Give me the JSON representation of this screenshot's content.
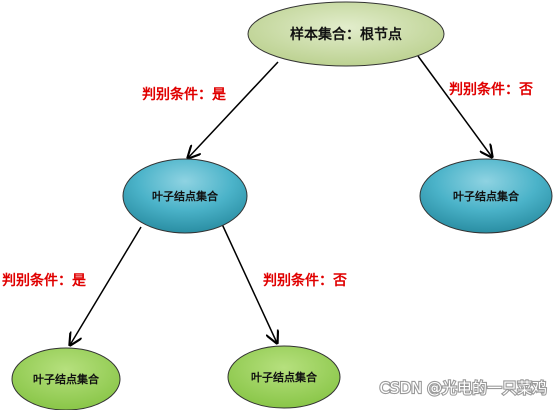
{
  "colors": {
    "root_fill": "#c3d69b",
    "teal_fill": "#31869b",
    "green_fill": "#92d050",
    "node_stroke": "#333333",
    "edge": "#000000",
    "condition_text": "#e00000"
  },
  "nodes": {
    "root": {
      "label": "样本集合：根节点"
    },
    "left_mid": {
      "label": "叶子结点集合"
    },
    "right_mid": {
      "label": "叶子结点集合"
    },
    "leaf_left": {
      "label": "叶子结点集合"
    },
    "leaf_right": {
      "label": "叶子结点集合"
    }
  },
  "conditions": {
    "root_left": "判别条件：是",
    "root_right": "判别条件：否",
    "mid_left": "判别条件：是",
    "mid_right": "判别条件：否"
  },
  "watermark": "CSDN @光电的一只菜鸡"
}
